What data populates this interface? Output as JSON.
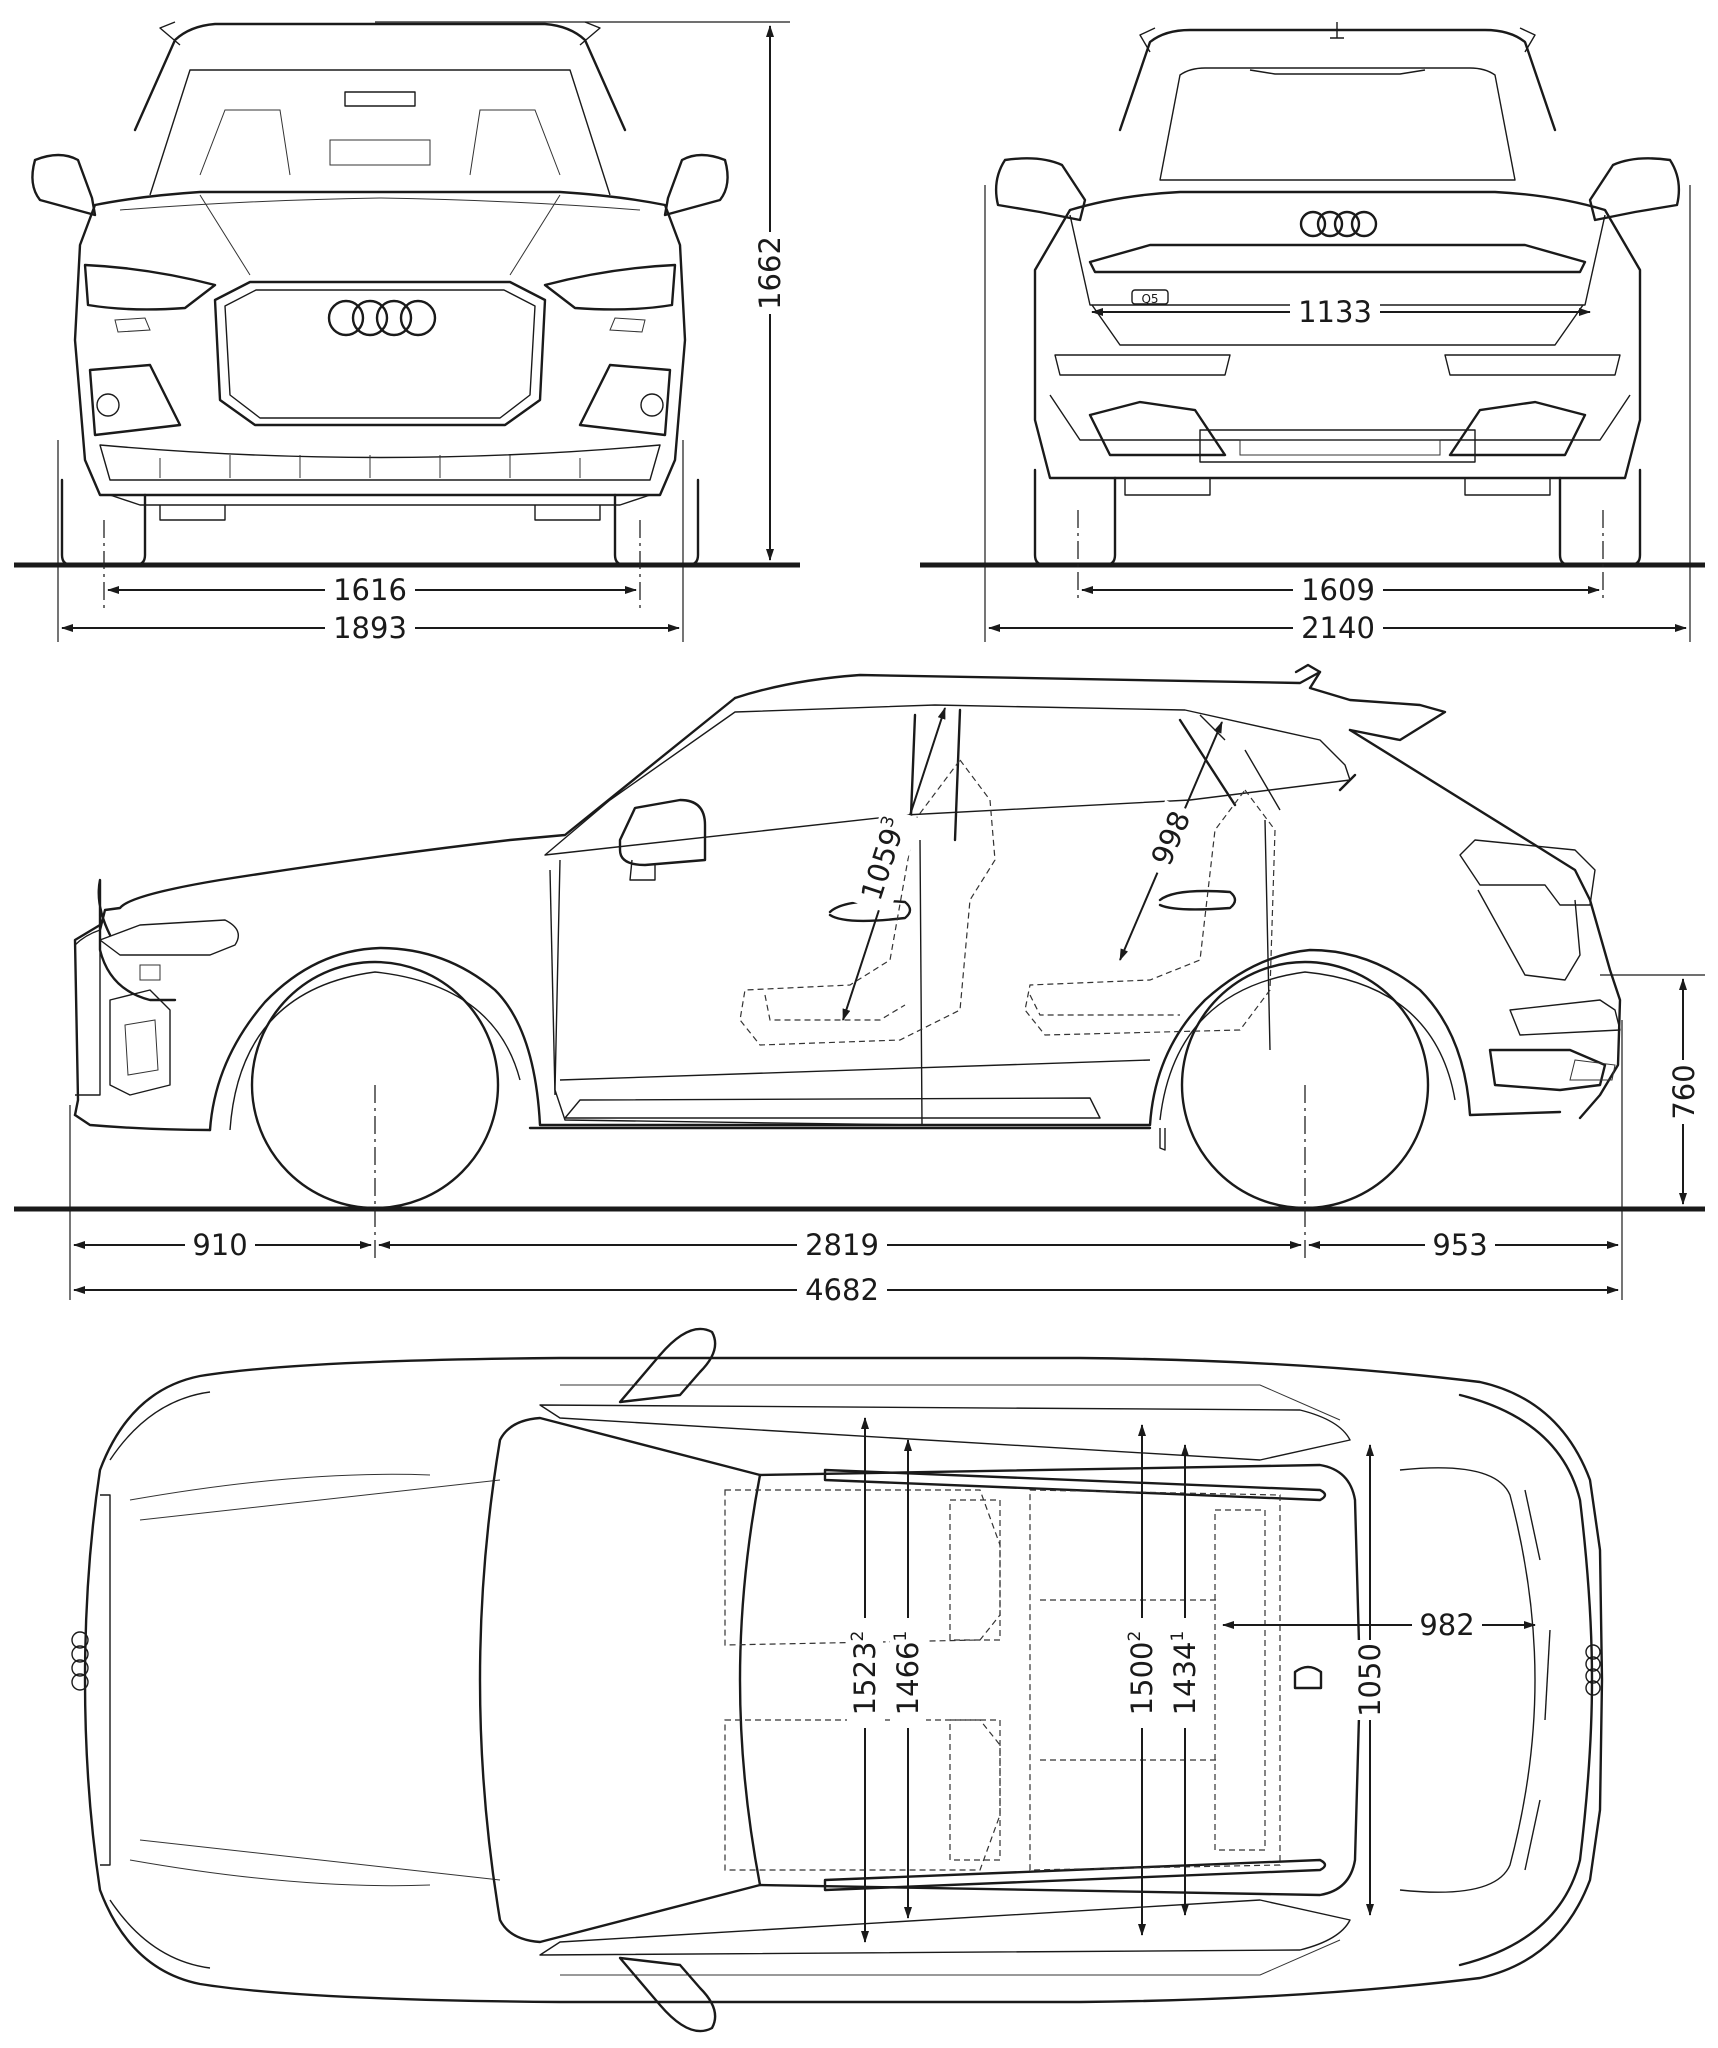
{
  "views": {
    "front": {
      "height": "1662",
      "track": "1616",
      "width": "1893"
    },
    "rear": {
      "load_width": "1133",
      "track": "1609",
      "width_with_mirrors": "2140"
    },
    "side": {
      "front_overhang": "910",
      "wheelbase": "2819",
      "rear_overhang": "953",
      "length": "4682",
      "load_sill_height": "760",
      "front_headroom": "1059",
      "front_headroom_sup": "3",
      "rear_headroom": "998"
    },
    "top": {
      "front_shoulder": "1523",
      "front_shoulder_sup": "2",
      "front_elbow": "1466",
      "front_elbow_sup": "1",
      "rear_shoulder": "1500",
      "rear_shoulder_sup": "2",
      "rear_elbow": "1434",
      "rear_elbow_sup": "1",
      "cargo_width": "1050",
      "cargo_length": "982"
    }
  },
  "badges": {
    "model_badge": "Q5"
  }
}
